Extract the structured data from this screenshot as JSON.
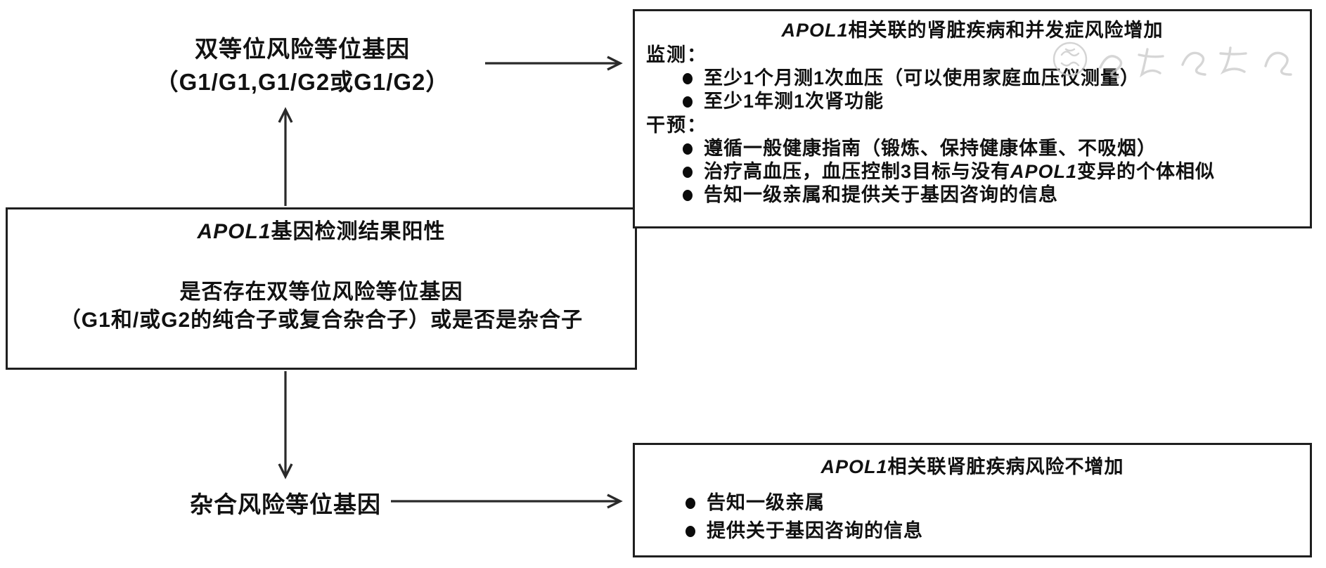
{
  "flow": {
    "biallelic_label": {
      "line1": "双等位风险等位基因",
      "line2": "（G1/G1,G1/G2或G1/G2）"
    },
    "positive_box": {
      "title": "APOL1基因检测结果阳性",
      "question_line1": "是否存在双等位风险等位基因",
      "question_line2": "（G1和/或G2的纯合子或复合杂合子）或是否是杂合子"
    },
    "heterozygous_label": {
      "text": "杂合风险等位基因"
    },
    "increased_risk_box": {
      "title": "APOL1相关联的肾脏疾病和并发症风险增加",
      "monitor_heading": "监测：",
      "monitor_items": [
        "至少1个月测1次血压（可以使用家庭血压仪测量）",
        "至少1年测1次肾功能"
      ],
      "intervene_heading": "干预：",
      "intervene_items": [
        "遵循一般健康指南（锻炼、保持健康体重、不吸烟）",
        "治疗高血压，血压控制3目标与没有APOL1变异的个体相似",
        "告知一级亲属和提供关于基因咨询的信息"
      ]
    },
    "not_increased_risk_box": {
      "title": "APOL1相关联肾脏疾病风险不增加",
      "items": [
        "告知一级亲属",
        "提供关于基因咨询的信息"
      ]
    }
  },
  "colors": {
    "background": "#ffffff",
    "border": "#1f1f1f",
    "text": "#111111",
    "arrow": "#2a2a2a",
    "watermark": "#c6c6c6"
  }
}
